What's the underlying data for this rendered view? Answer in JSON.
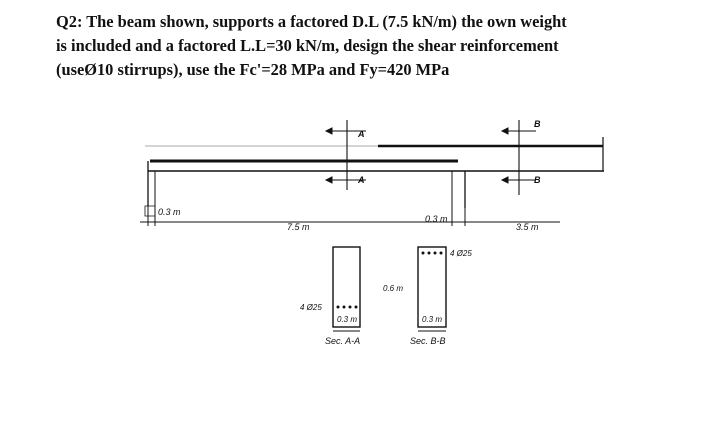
{
  "question": {
    "lines": [
      "Q2: The beam shown, supports a factored D.L (7.5 kN/m) the own weight",
      "is included and a factored L.L=30 kN/m, design the shear reinforcement",
      "(useØ10 stirrups), use the Fc'=28 MPa and Fy=420 MPa"
    ]
  },
  "figure": {
    "section_a_marker": "A",
    "section_b_marker": "B",
    "dim_support_width_left": "0.3 m",
    "dim_span_left": "7.5 m",
    "dim_support_width_mid": "0.3 m",
    "dim_overhang": "3.5 m",
    "sec_a": {
      "bars": "4 Ø25",
      "width": "0.3 m",
      "caption": "Sec. A-A"
    },
    "sec_b": {
      "bars": "4 Ø25",
      "width": "0.3 m",
      "caption": "Sec. B-B"
    },
    "depth": "0.6 m"
  },
  "colors": {
    "ink": "#111111",
    "faint": "#9a9a9a"
  }
}
